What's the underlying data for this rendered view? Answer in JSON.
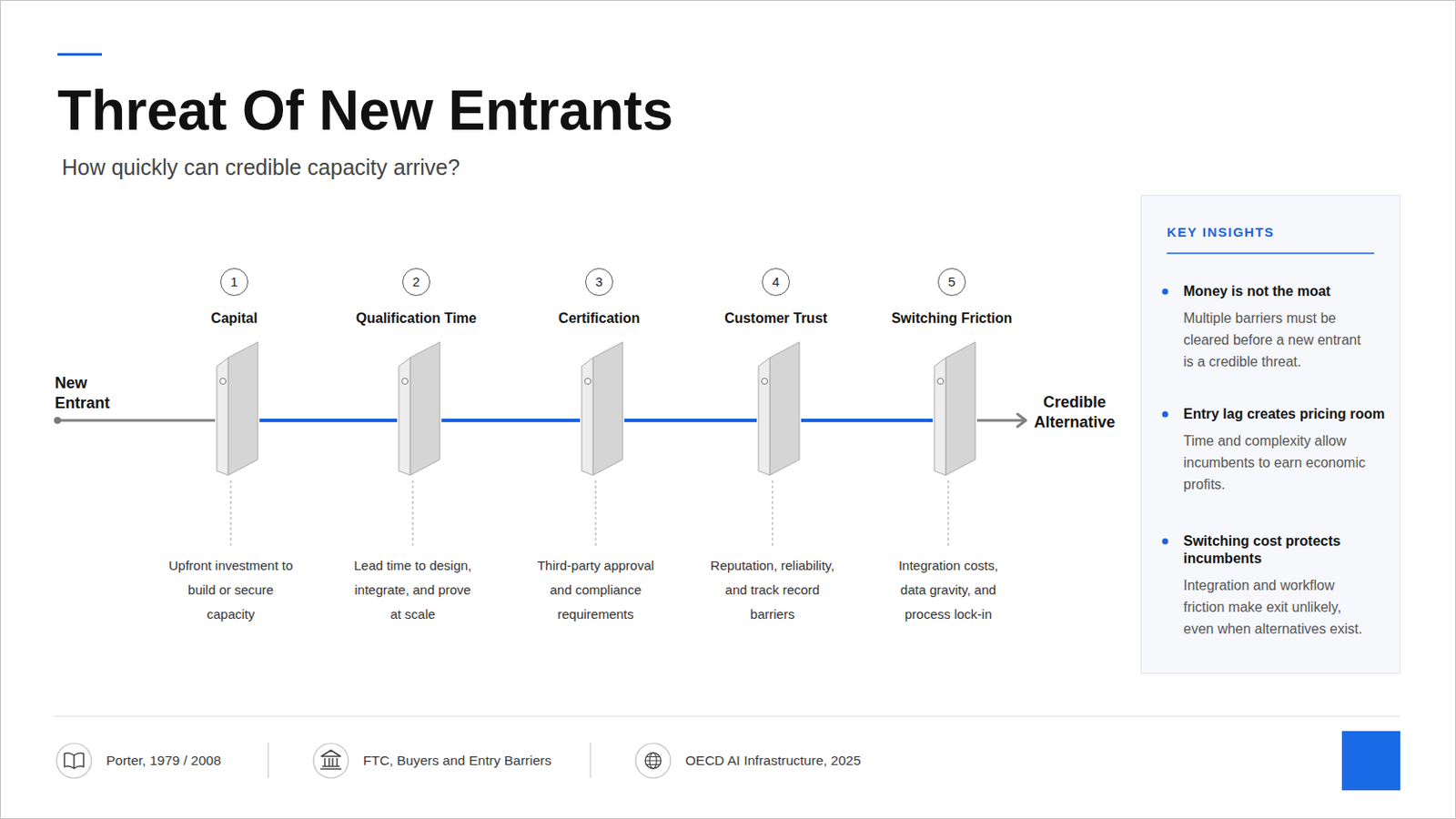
{
  "diagram": {
    "title": "Threat Of New Entrants",
    "nodes": [
      {
        "text": [
          "New Entrant"
        ]
      },
      {
        "text": [
          "Capital",
          "Upfront investment to build or secure capacity"
        ]
      },
      {
        "text": [
          "Qualification Time",
          "Lead time to design, integrate, and prove at scale"
        ]
      },
      {
        "text": [
          "Certification",
          "Third-party approval and compliance requirements"
        ]
      },
      {
        "text": [
          "Customer Trust",
          "Reputation, reliability, and track record barriers"
        ]
      },
      {
        "text": [
          "Switching Friction",
          "Integration costs, data gravity, and process lock-in"
        ]
      },
      {
        "text": [
          "Credible Alternative"
        ]
      },
      {
        "text": [
          "KEY INSIGHTS",
          "Money is not the moat",
          "Multiple barriers must be cleared before a new entrant is a credible threat.",
          "Entry lag creates pricing room",
          "Time and complexity allow incumbents to earn economic profits.",
          "Switching cost protects incumbents",
          "Integration and workflow friction make exit unlikely, even when alternatives exist."
        ]
      }
    ],
    "edges": [
      {
        "from": 0,
        "to": 1,
        "arrow": "none"
      },
      {
        "from": 1,
        "to": 2,
        "arrow": "none"
      },
      {
        "from": 2,
        "to": 3,
        "arrow": "none"
      },
      {
        "from": 3,
        "to": 4,
        "arrow": "none"
      },
      {
        "from": 4,
        "to": 5,
        "arrow": "none"
      },
      {
        "from": 5,
        "to": 6,
        "arrow": "to"
      }
    ],
    "labels": [
      "How quickly can credible capacity arrive?",
      "1",
      "2",
      "3",
      "4",
      "5",
      "Porter, 1979 / 2008",
      "FTC, Buyers and Entry Barriers",
      "OECD AI Infrastructure, 2025"
    ]
  }
}
